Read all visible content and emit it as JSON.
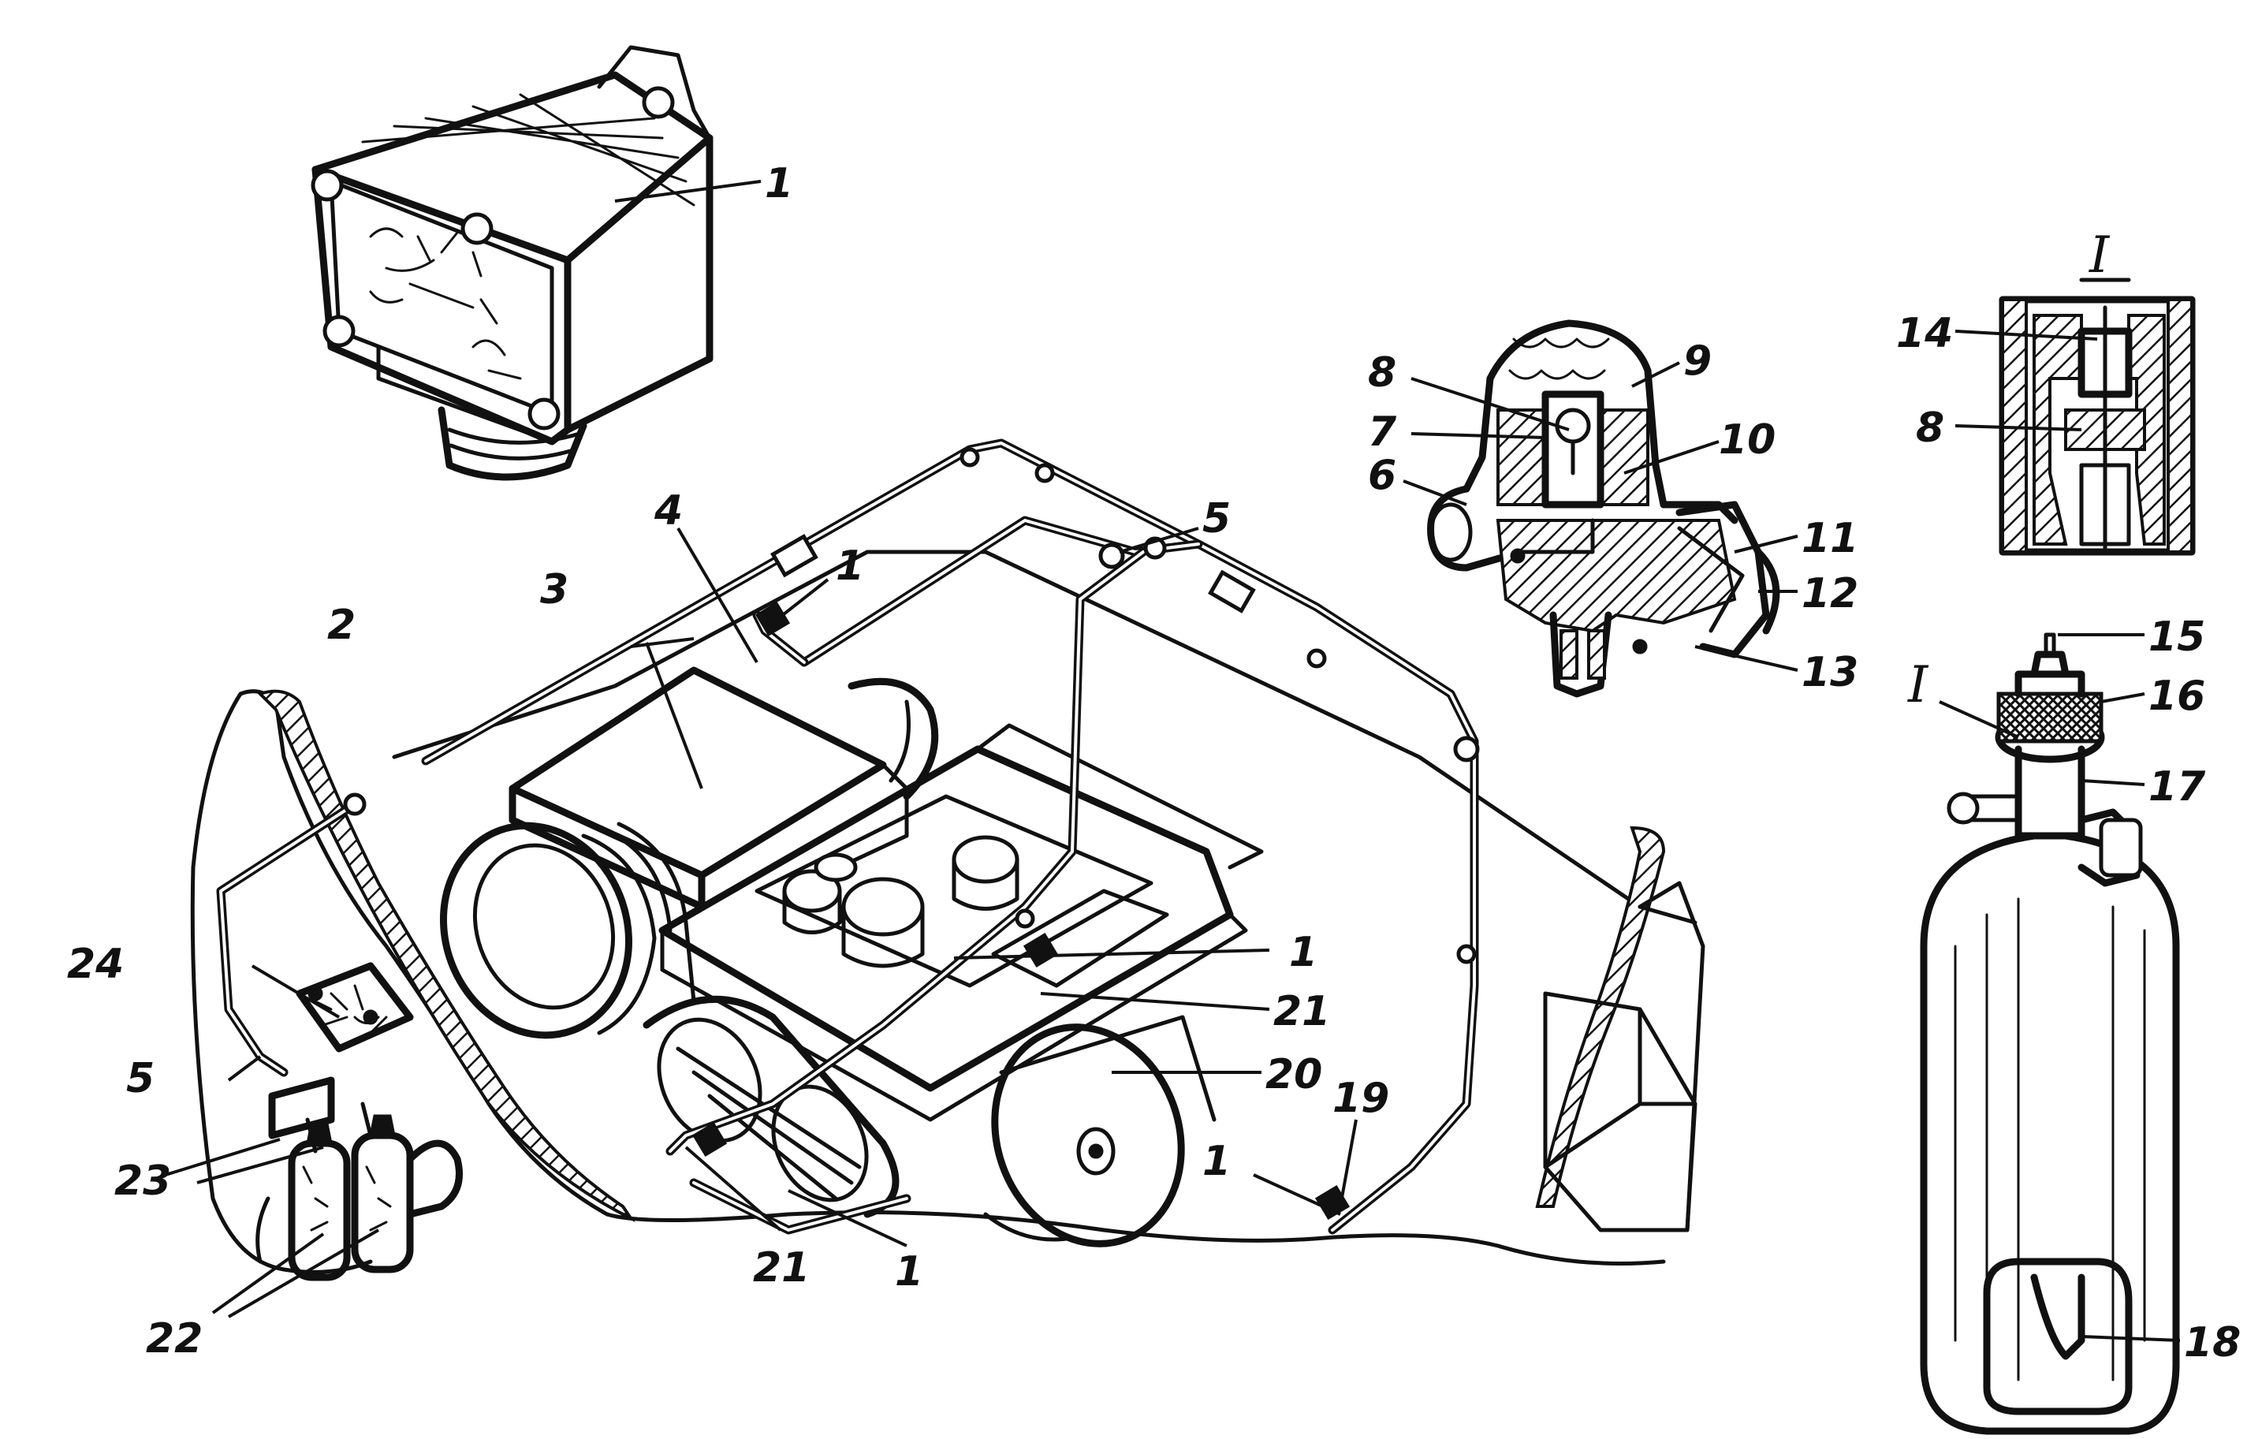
{
  "callouts": {
    "sensor_top": "1",
    "sensor_4_left": "1",
    "sensor_engine_right": "1",
    "sensor_bottom_mid": "1",
    "sensor_bottom_right": "1",
    "panel": "2",
    "radiator": "3",
    "pipeline_left": "4",
    "tee_top": "5",
    "tee_left": "5",
    "valve_6": "6",
    "valve_7": "7",
    "valve_8": "8",
    "valve_9": "9",
    "valve_10": "10",
    "valve_11": "11",
    "valve_12": "12",
    "valve_13": "13",
    "detail_14": "14",
    "detail_8": "8",
    "cyl_15": "15",
    "cyl_16": "16",
    "cyl_17": "17",
    "cyl_18": "18",
    "nozzle_19": "19",
    "engine_20": "20",
    "sprayer_21_right": "21",
    "sprayer_21_bottom": "21",
    "cylinders_22": "22",
    "valves_23": "23",
    "control_box_24": "24",
    "detail_roman_title": "I",
    "detail_roman_ref": "I"
  }
}
